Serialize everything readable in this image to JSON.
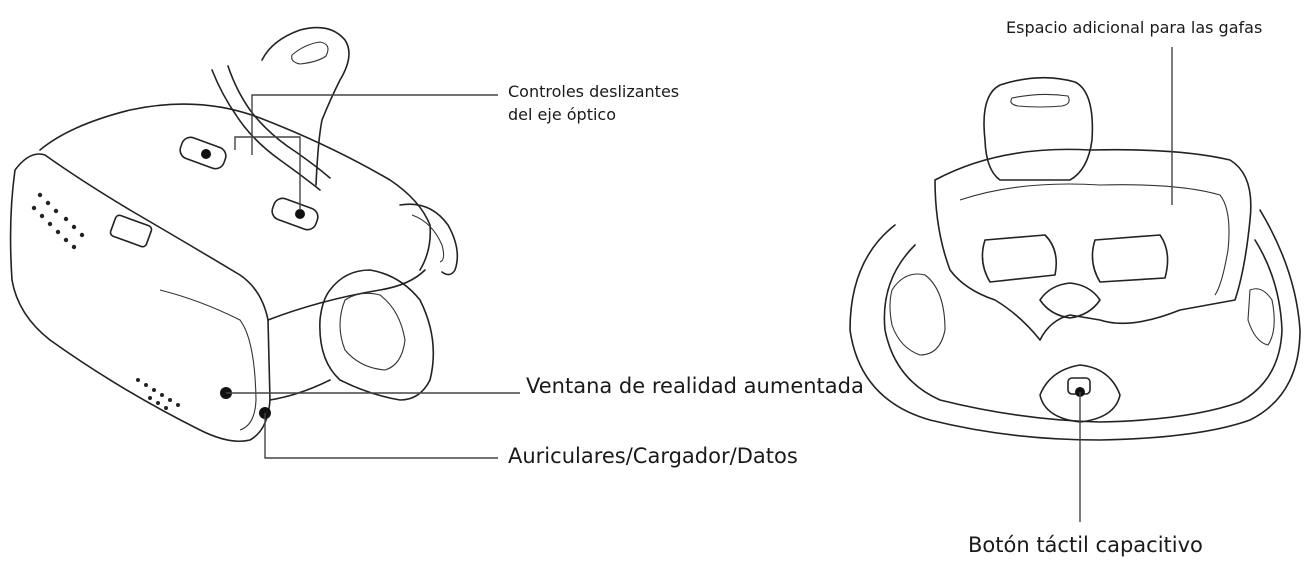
{
  "labels": {
    "optical_axis_slides_line1": "Controles deslizantes",
    "optical_axis_slides_line2": "del eje óptico",
    "ar_window": "Ventana de realidad aumentada",
    "ports": "Auriculares/Cargador/Datos",
    "glasses_space": "Espacio adicional para las gafas",
    "capacitive_button": "Botón táctil capacitivo"
  }
}
